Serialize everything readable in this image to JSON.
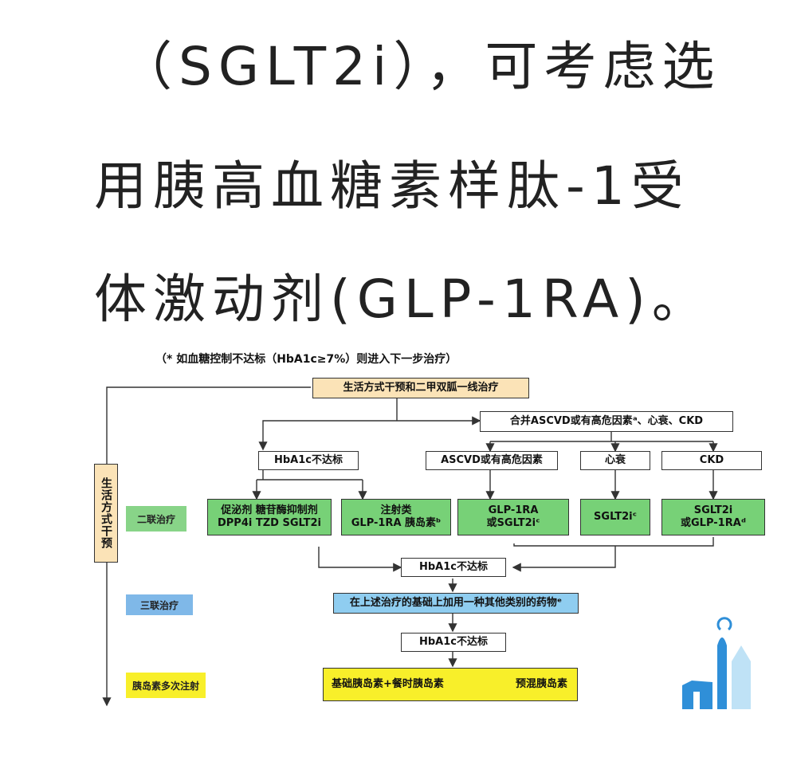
{
  "heading": {
    "line1": "（SGLT2i），可考虑选",
    "line2": "用胰高血糖素样肽-1受",
    "line3": "体激动剂(GLP-1RA)。"
  },
  "diagram": {
    "top_note": "（* 如血糖控制不达标（HbA1c≥7%）则进入下一步治疗）",
    "lifestyle_metformin": "生活方式干预和二甲双胍一线治疗",
    "lifestyle_side": "生活方式干预",
    "stage_dual": "二联治疗",
    "stage_triple": "三联治疗",
    "stage_insulin": "胰岛素多次注射",
    "comorbid_header": "合并ASCVD或有高危因素ᵃ、心衰、CKD",
    "hba1c_fail_left": "HbA1c不达标",
    "ascvd_box": "ASCVD或有高危因素",
    "hf_box": "心衰",
    "ckd_box": "CKD",
    "oral_drugs_line1": "促泌剂 糖苷酶抑制剂",
    "oral_drugs_line2": "DPP4i TZD SGLT2i",
    "injectables_line1": "注射类",
    "injectables_line2": "GLP-1RA 胰岛素ᵇ",
    "glp_or_sglt_line1": "GLP-1RA",
    "glp_or_sglt_line2": "或SGLT2iᶜ",
    "sglt2_hf": "SGLT2iᶜ",
    "ckd_drug_line1": "SGLT2i",
    "ckd_drug_line2": "或GLP-1RAᵈ",
    "hba1c_fail_mid": "HbA1c不达标",
    "triple_box": "在上述治疗的基础上加用一种其他类别的药物ᵉ",
    "hba1c_fail_low": "HbA1c不达标",
    "basal_bolus": "基础胰岛素+餐时胰岛素",
    "premix": "预混胰岛素"
  },
  "colors": {
    "green": "#77d177",
    "peach": "#fbe3b7",
    "blue": "#8fcdf0",
    "yellow": "#f8ef2a",
    "line": "#333333"
  }
}
